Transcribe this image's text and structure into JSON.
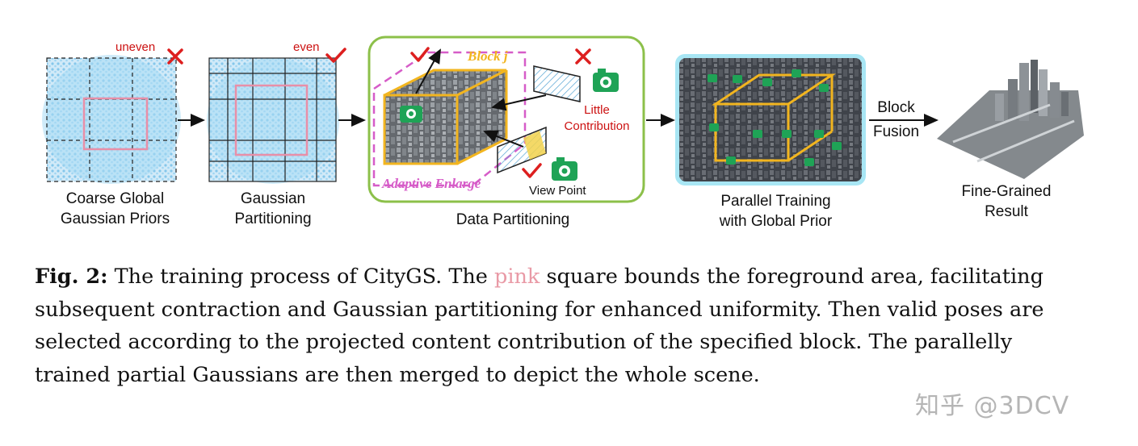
{
  "stage1": {
    "label_line1": "Coarse Global",
    "label_line2": "Gaussian Priors",
    "mark": "uneven"
  },
  "stage2": {
    "label_line1": "Gaussian",
    "label_line2": "Partitioning",
    "mark": "even"
  },
  "stage3": {
    "label": "Data Partitioning",
    "block": "Block j",
    "adaptive": "Adaptive Enlarge",
    "little_line1": "Little",
    "little_line2": "Contribution",
    "viewpoint": "View Point"
  },
  "stage4": {
    "label_line1": "Parallel Training",
    "label_line2": "with Global Prior"
  },
  "fusion": {
    "line1": "Block",
    "line2": "Fusion"
  },
  "stage5": {
    "label_line1": "Fine-Grained",
    "label_line2": "Result"
  },
  "caption": {
    "fig_no": "Fig. 2:",
    "part1": " The training process of CityGS. The ",
    "pink_word": "pink",
    "part2": " square bounds the foreground area, facilitating subsequent contraction and Gaussian partitioning for enhanced uniformity. Then valid poses are selected according to the projected content contribution of the specified block. The parallelly trained partial Gaussians are then merged to depict the whole scene."
  },
  "watermark": "知乎 @3DCV",
  "colors": {
    "point_cloud": "#8ecdf0",
    "pink_square": "#e88fa8",
    "green_frame": "#8cc04a",
    "yellow_box": "#f2b51f",
    "adaptive_magenta": "#d65cc8",
    "red_mark": "#dd1f1f",
    "camera_green": "#1fa356",
    "cyan_frame": "#a8e6f4"
  }
}
